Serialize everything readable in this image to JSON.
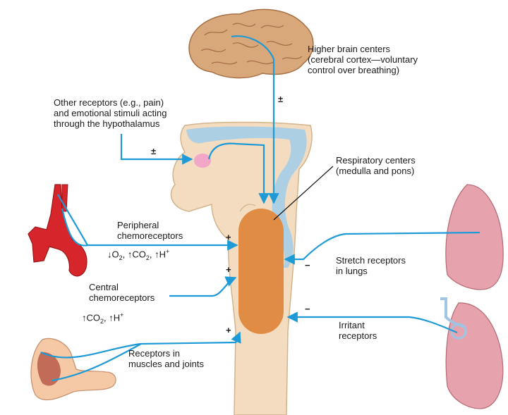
{
  "labels": {
    "higher_brain": [
      "Higher brain centers",
      "(cerebral cortex—voluntary",
      "control over breathing)"
    ],
    "other_receptors": [
      "Other receptors (e.g., pain)",
      "and emotional stimuli acting",
      "through the hypothalamus"
    ],
    "respiratory_centers": [
      "Respiratory centers",
      "(medulla and pons)"
    ],
    "peripheral": [
      "Peripheral",
      "chemoreceptors"
    ],
    "central": [
      "Central",
      "chemoreceptors"
    ],
    "stretch": [
      "Stretch receptors",
      "in lungs"
    ],
    "irritant": [
      "Irritant",
      "receptors"
    ],
    "muscles": [
      "Receptors in",
      "muscles and joints"
    ]
  },
  "signs": {
    "higher_brain": "±",
    "hypothalamus": "±",
    "peripheral": "+",
    "central": "+",
    "muscles": "+",
    "stretch": "−",
    "irritant": "−"
  },
  "formulas": {
    "peripheral": [
      "↓O",
      "2",
      ", ↑CO",
      "2",
      ", ↑H",
      "+"
    ],
    "central": [
      "↑CO",
      "2",
      ", ↑H",
      "+"
    ]
  },
  "colors": {
    "arrow": "#1e9ad6",
    "center": "#e08c45",
    "brainstem": "#f3dcc0",
    "ventricle": "#a9cde6",
    "brain": "#d9a87a",
    "lung": "#e7a3ad",
    "artery": "#d6262b",
    "hypothalamus": "#f2a6c8"
  }
}
